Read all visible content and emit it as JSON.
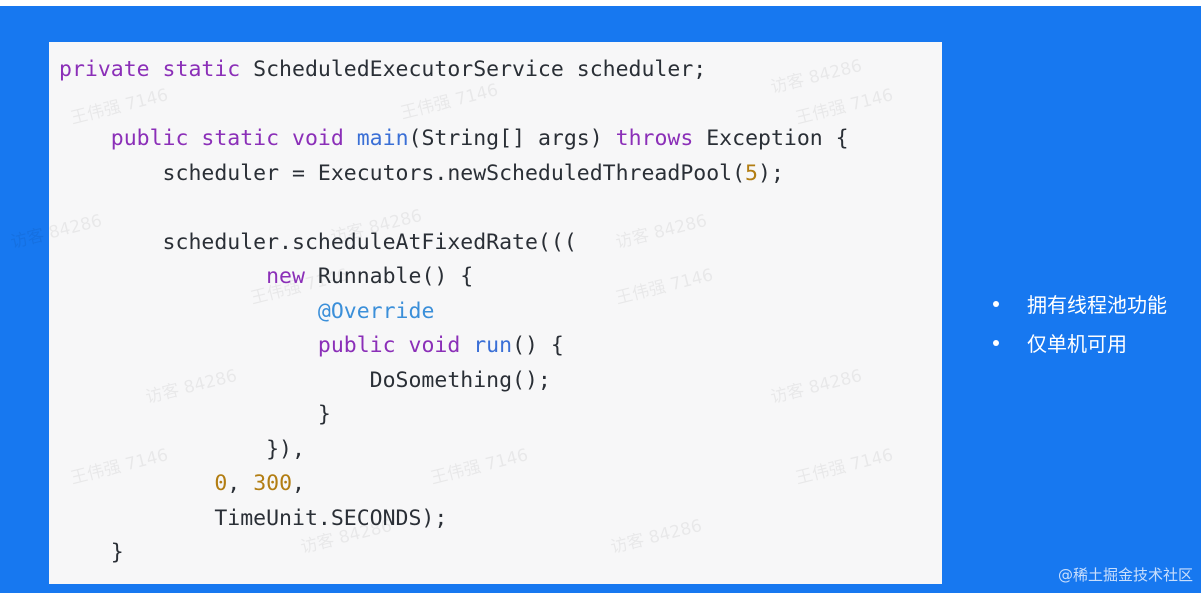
{
  "code_lines": [
    [
      {
        "t": "private static",
        "c": "kw"
      },
      {
        "t": " ScheduledExecutorService scheduler;"
      }
    ],
    [],
    [
      {
        "t": "    "
      },
      {
        "t": "public static void",
        "c": "kw"
      },
      {
        "t": " "
      },
      {
        "t": "main",
        "c": "fn"
      },
      {
        "t": "(String[] args) "
      },
      {
        "t": "throws",
        "c": "kw"
      },
      {
        "t": " Exception {"
      }
    ],
    [
      {
        "t": "        scheduler = Executors.newScheduledThreadPool("
      },
      {
        "t": "5",
        "c": "num"
      },
      {
        "t": ");"
      }
    ],
    [],
    [
      {
        "t": "        scheduler.scheduleAtFixedRate((("
      }
    ],
    [
      {
        "t": "                "
      },
      {
        "t": "new",
        "c": "kw"
      },
      {
        "t": " Runnable() {"
      }
    ],
    [
      {
        "t": "                    "
      },
      {
        "t": "@Override",
        "c": "ann"
      }
    ],
    [
      {
        "t": "                    "
      },
      {
        "t": "public void",
        "c": "kw"
      },
      {
        "t": " "
      },
      {
        "t": "run",
        "c": "fn"
      },
      {
        "t": "() {"
      }
    ],
    [
      {
        "t": "                        DoSomething();"
      }
    ],
    [
      {
        "t": "                    }"
      }
    ],
    [
      {
        "t": "                }),"
      }
    ],
    [
      {
        "t": "            "
      },
      {
        "t": "0",
        "c": "num"
      },
      {
        "t": ", "
      },
      {
        "t": "300",
        "c": "num"
      },
      {
        "t": ","
      }
    ],
    [
      {
        "t": "            TimeUnit.SECONDS);"
      }
    ],
    [
      {
        "t": "    }"
      }
    ]
  ],
  "bullets": [
    "拥有线程池功能",
    "仅单机可用"
  ],
  "watermarks": [
    {
      "text": "王伟强 7146"
    },
    {
      "text": "王伟强 7146"
    },
    {
      "text": "王伟强 7146"
    },
    {
      "text": "王伟强 7146"
    },
    {
      "text": "王伟强 7146"
    },
    {
      "text": "王伟强 7146"
    },
    {
      "text": "王伟强 7146"
    },
    {
      "text": "王伟强 7146"
    },
    {
      "text": "访客 84286"
    },
    {
      "text": "访客 84286"
    },
    {
      "text": "访客 84286"
    },
    {
      "text": "访客 84286"
    },
    {
      "text": "访客 84286"
    },
    {
      "text": "访客 84286"
    },
    {
      "text": "访客 84286"
    },
    {
      "text": "访客 84286"
    }
  ],
  "credit": "@稀土掘金技术社区",
  "colors": {
    "background": "#1778f0",
    "code_panel": "#f7f7f8",
    "keyword": "#8b2fb8",
    "function": "#3a6fd6",
    "annotation": "#3b8fd9",
    "number": "#b27d12"
  }
}
